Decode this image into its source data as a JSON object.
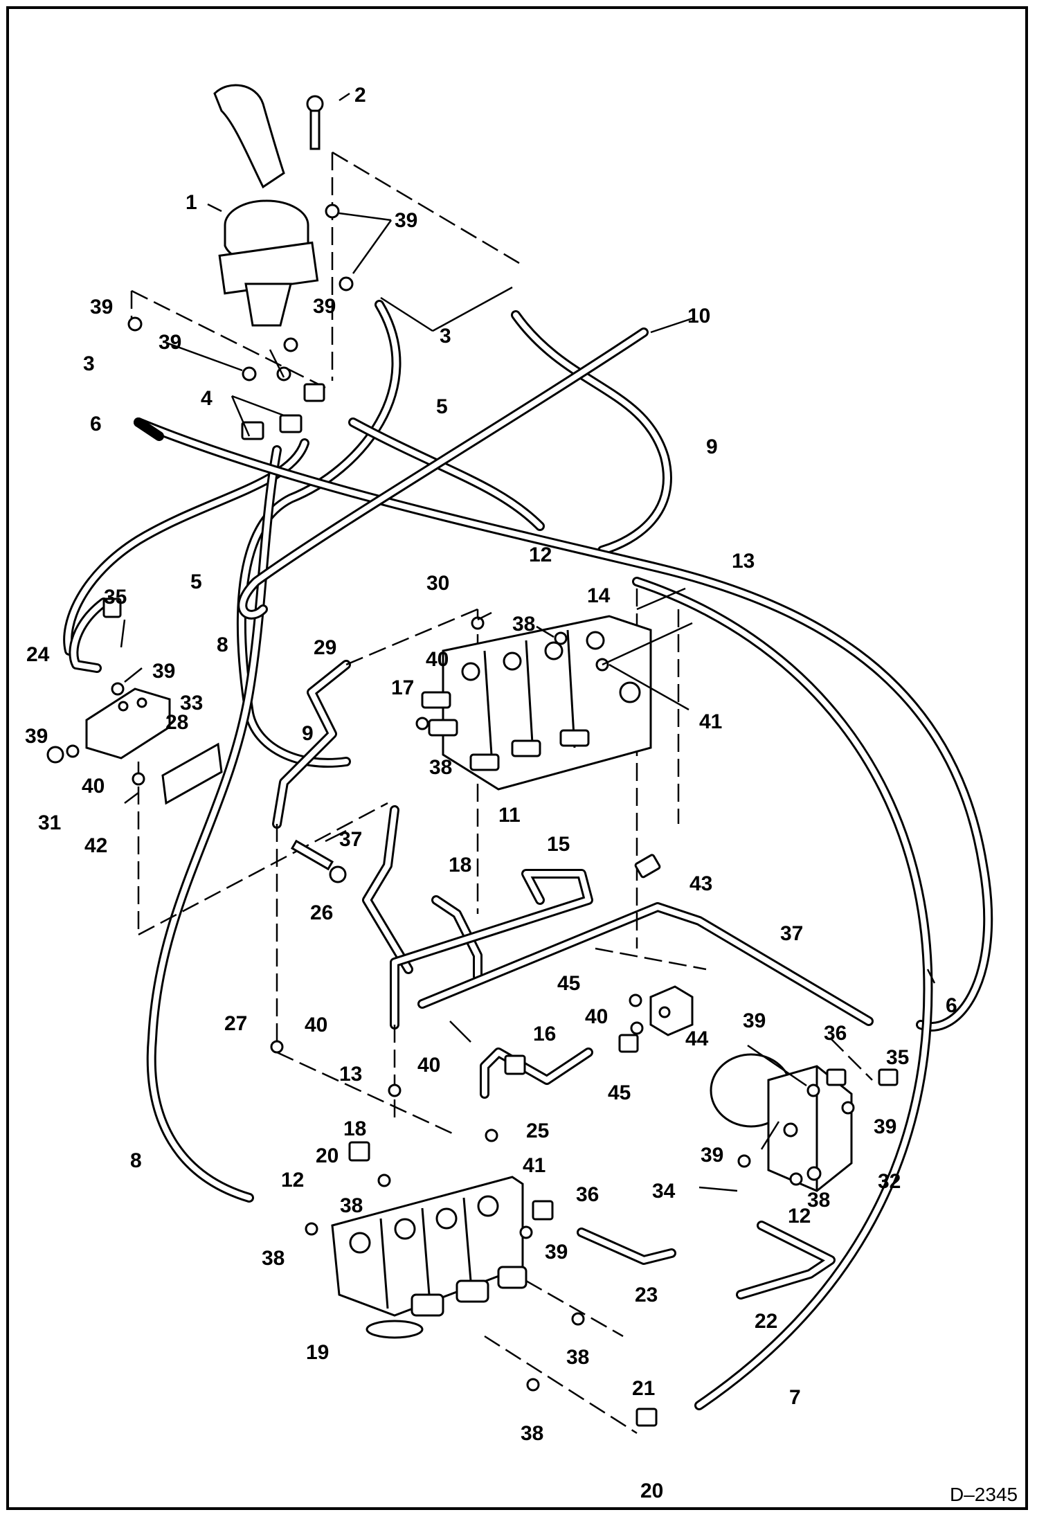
{
  "figure_id": "D–2345",
  "callouts": [
    "1",
    "2",
    "3",
    "3",
    "3",
    "4",
    "5",
    "5",
    "6",
    "6",
    "7",
    "8",
    "8",
    "9",
    "9",
    "10",
    "11",
    "12",
    "12",
    "12",
    "13",
    "13",
    "14",
    "15",
    "16",
    "17",
    "18",
    "18",
    "19",
    "20",
    "20",
    "21",
    "22",
    "23",
    "24",
    "25",
    "26",
    "27",
    "28",
    "29",
    "30",
    "31",
    "32",
    "33",
    "34",
    "35",
    "35",
    "36",
    "36",
    "37",
    "37",
    "38",
    "38",
    "38",
    "38",
    "38",
    "38",
    "38",
    "39",
    "39",
    "39",
    "39",
    "39",
    "39",
    "39",
    "39",
    "39",
    "39",
    "40",
    "40",
    "40",
    "40",
    "40",
    "41",
    "41",
    "42",
    "43",
    "44",
    "45",
    "45"
  ]
}
